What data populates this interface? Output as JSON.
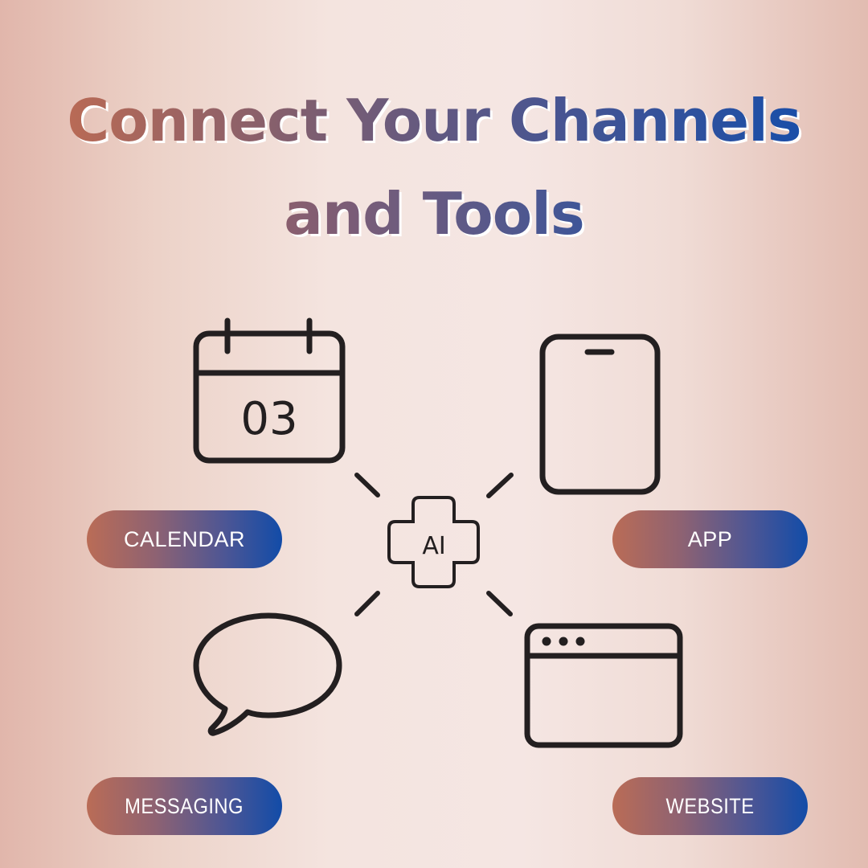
{
  "title": {
    "line1": "Connect Your Channels",
    "line2": "and Tools"
  },
  "center": {
    "icon": "ai-plus-icon",
    "label": "AI"
  },
  "nodes": [
    {
      "id": "calendar",
      "icon": "calendar-icon",
      "icon_text": "03",
      "label": "CALENDAR"
    },
    {
      "id": "app",
      "icon": "mobile-app-icon",
      "label": "APP"
    },
    {
      "id": "messaging",
      "icon": "speech-bubble-icon",
      "label": "MESSAGING"
    },
    {
      "id": "website",
      "icon": "browser-window-icon",
      "label": "WEBSITE"
    }
  ],
  "colors": {
    "gradient_start": "#ba6c56",
    "gradient_end": "#124ca8",
    "icon_stroke": "#231f20",
    "background_center": "#f5e6e3",
    "background_edge": "#e1b6ab"
  }
}
